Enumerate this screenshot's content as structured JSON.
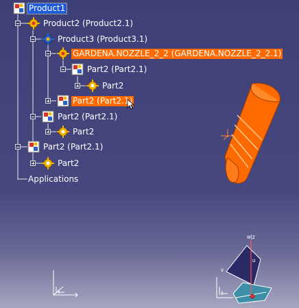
{
  "tree": {
    "root": {
      "label": "Product1"
    },
    "product2": {
      "label": "Product2 (Product2.1)"
    },
    "product3": {
      "label": "Product3 (Product3.1)"
    },
    "gardena": {
      "label": "GARDENA.NOZZLE_2_2 (GARDENA.NOZZLE_2_2.1)"
    },
    "gardena_part": {
      "label": "Part2 (Part2.1)"
    },
    "gardena_part_body": {
      "label": "Part2"
    },
    "product3_part": {
      "label": "Part2 (Part2.1)"
    },
    "product2_part": {
      "label": "Part2 (Part2.1)"
    },
    "product2_part_body": {
      "label": "Part2"
    },
    "root_part": {
      "label": "Part2 (Part2.1)"
    },
    "root_part_body": {
      "label": "Part2"
    },
    "applications": {
      "label": "Applications"
    }
  },
  "compass": {
    "axis_label": "w|z",
    "u_label": "u",
    "v_label": "v"
  },
  "colors": {
    "background_top": "#3f3f77",
    "highlight": "#ff6a00",
    "selection": "#1f5bd6"
  },
  "icons": [
    "product-icon",
    "part-icon",
    "gear-icon",
    "compass-icon",
    "axis-icon"
  ]
}
